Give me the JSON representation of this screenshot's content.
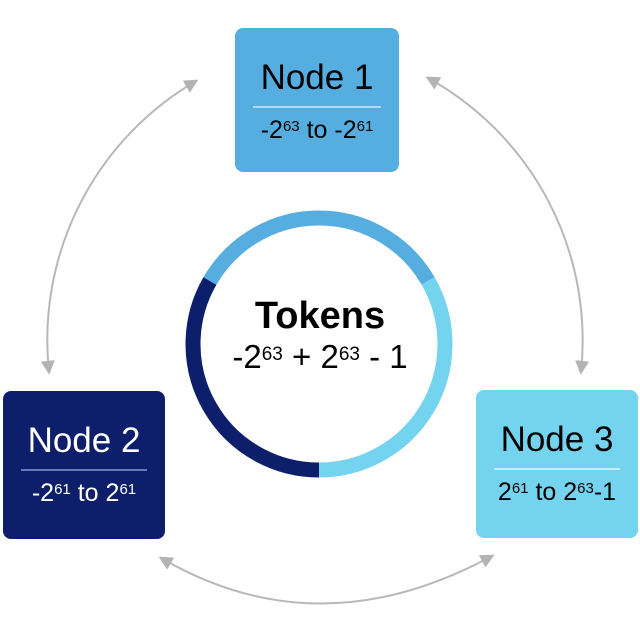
{
  "center": {
    "title": "Tokens",
    "range_parts": {
      "a": "-2",
      "a_exp": "63",
      "op1": " + 2",
      "b_exp": "63",
      "tail": " - 1"
    }
  },
  "nodes": [
    {
      "name": "Node 1",
      "range": {
        "p1": "-2",
        "e1": "63",
        "mid": " to -2",
        "e2": "61",
        "tail": ""
      },
      "color": "#56ADE0"
    },
    {
      "name": "Node 2",
      "range": {
        "p1": "-2",
        "e1": "61",
        "mid": " to 2",
        "e2": "61",
        "tail": ""
      },
      "color": "#0D1F6B"
    },
    {
      "name": "Node 3",
      "range": {
        "p1": "2",
        "e1": "61",
        "mid": " to 2",
        "e2": "63",
        "tail": "-1"
      },
      "color": "#74D4EF"
    }
  ],
  "ring": {
    "segments": [
      {
        "node": "Node 1",
        "color": "#56ADE0",
        "from_deg": -60,
        "to_deg": 60
      },
      {
        "node": "Node 3",
        "color": "#74D4EF",
        "from_deg": 60,
        "to_deg": 180
      },
      {
        "node": "Node 2",
        "color": "#0D1F6B",
        "from_deg": 180,
        "to_deg": 300
      }
    ]
  },
  "connectors": {
    "color": "#B3B3B3",
    "style": "bidirectional-arrow"
  }
}
